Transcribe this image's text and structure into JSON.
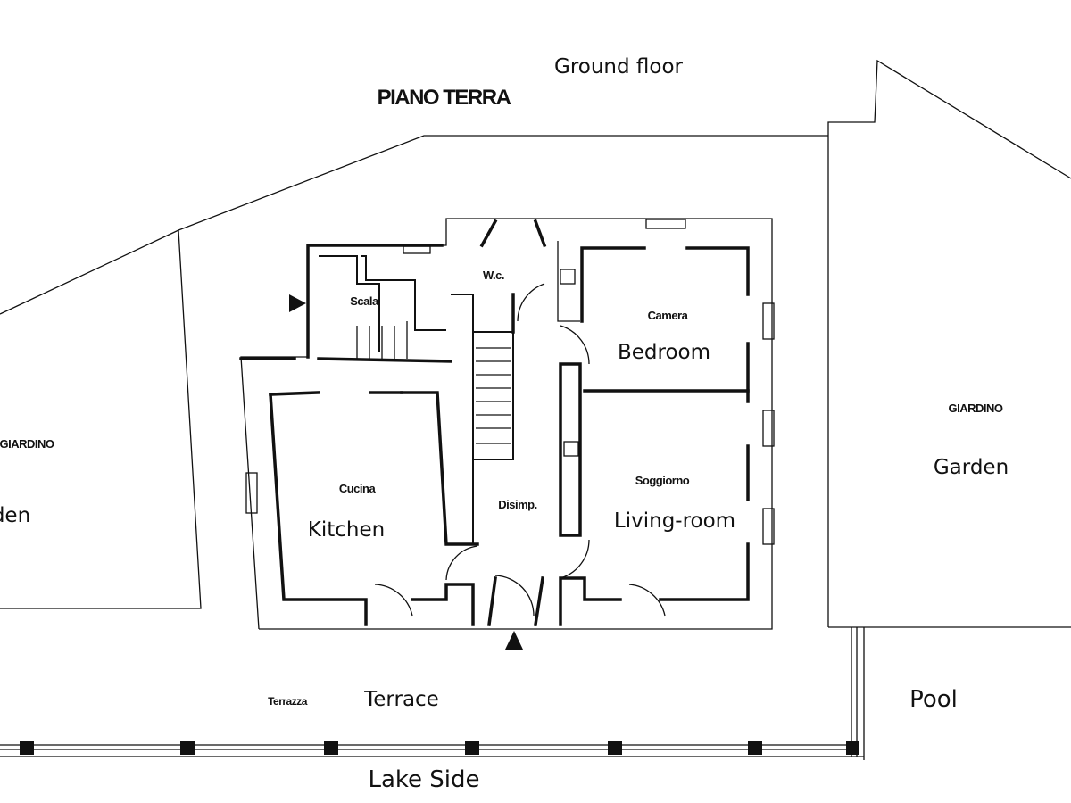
{
  "header": {
    "title_en": "Ground floor",
    "title_it": "PIANO TERRA"
  },
  "rooms": {
    "wc": {
      "it": "W.c."
    },
    "stairs": {
      "it": "Scala"
    },
    "bedroom": {
      "it": "Camera",
      "en": "Bedroom"
    },
    "kitchen": {
      "it": "Cucina",
      "en": "Kitchen"
    },
    "hall": {
      "it": "Disimp."
    },
    "living": {
      "it": "Soggiorno",
      "en": "Living-room"
    }
  },
  "outdoor": {
    "garden_left": {
      "it": "GIARDINO",
      "en": "Garden"
    },
    "garden_right": {
      "it": "GIARDINO",
      "en": "Garden"
    },
    "terrace": {
      "it": "Terrazza",
      "en": "Terrace"
    },
    "pool": {
      "en": "Pool"
    },
    "lake": {
      "en": "Lake Side"
    }
  }
}
